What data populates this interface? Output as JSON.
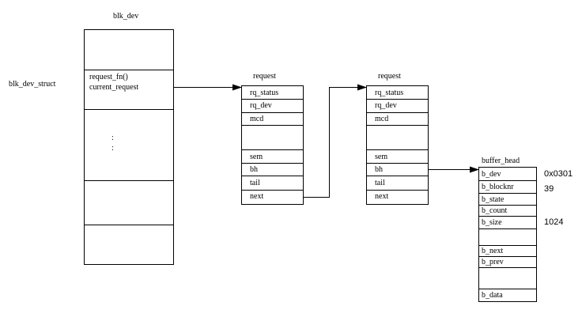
{
  "blk_dev": {
    "title": "blk_dev",
    "struct_label": "blk_dev_struct",
    "field_request_fn": "request_fn()",
    "field_current_request": "current_request",
    "ellipsis_1": ":",
    "ellipsis_2": ":"
  },
  "request_1": {
    "title": "request",
    "fields": [
      "rq_status",
      "rq_dev",
      "mcd",
      "sem",
      "bh",
      "tail",
      "next"
    ]
  },
  "request_2": {
    "title": "request",
    "fields": [
      "rq_status",
      "rq_dev",
      "mcd",
      "sem",
      "bh",
      "tail",
      "next"
    ]
  },
  "buffer_head": {
    "title": "buffer_head",
    "fields": [
      "b_dev",
      "b_blocknr",
      "b_state",
      "b_count",
      "b_size",
      "b_next",
      "b_prev",
      "b_data"
    ],
    "values": {
      "b_dev": "0x0301",
      "b_blocknr": "39",
      "b_size": "1024"
    }
  },
  "colors": {
    "line": "#000000",
    "background": "#ffffff"
  }
}
